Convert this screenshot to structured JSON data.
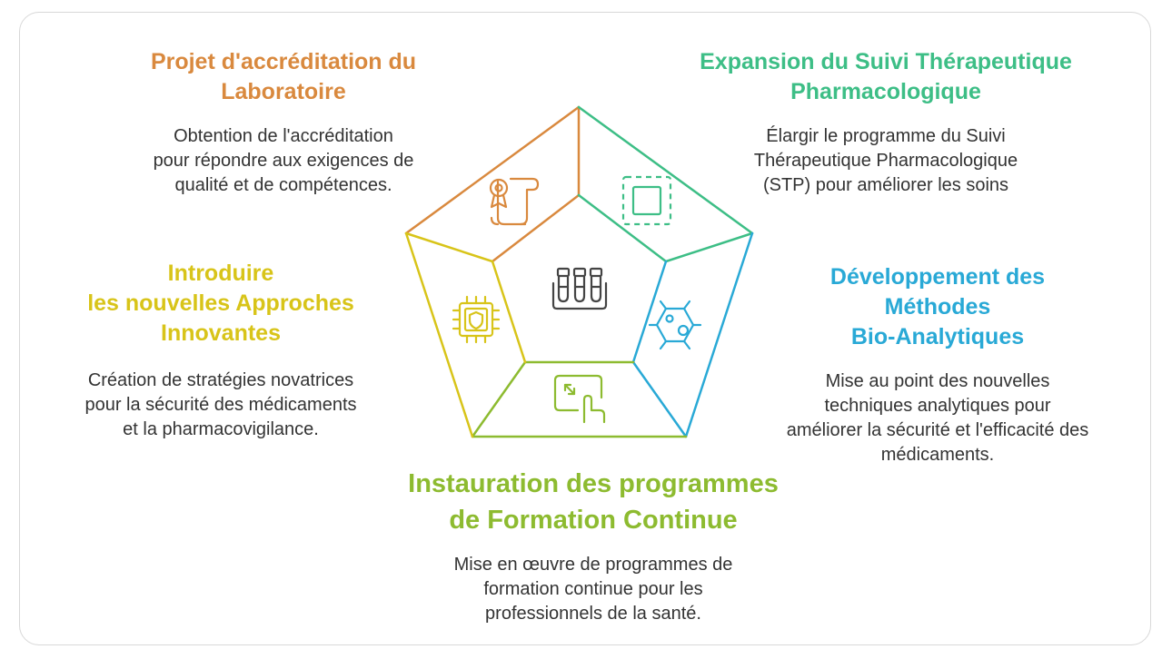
{
  "colors": {
    "orange": "#D9893E",
    "teal": "#3DBE86",
    "blue": "#29A9D6",
    "green": "#8DBB30",
    "yellow": "#D8C419",
    "center": "#444444",
    "text": "#333333"
  },
  "sections": {
    "accreditation": {
      "title": "Projet d'accréditation du\nLaboratoire",
      "description": "Obtention de l'accréditation\npour répondre aux exigences de\nqualité et de compétences.",
      "icon": "certificate-scroll-icon"
    },
    "stp": {
      "title": "Expansion du Suivi Thérapeutique\nPharmacologique",
      "description": "Élargir le programme du  Suivi\nThérapeutique  Pharmacologique\n(STP) pour  améliorer les soins",
      "icon": "dashed-square-icon"
    },
    "bioanalytic": {
      "title": "Développement des\nMéthodes\nBio-Analytiques",
      "description": "Mise au point des  nouvelles\ntechniques  analytiques pour\naméliorer la sécurité et  l'efficacité des\nmédicaments.",
      "icon": "molecule-icon"
    },
    "training": {
      "title": "Instauration des programmes\nde Formation Continue",
      "description": "Mise en œuvre de  programmes de\nformation continue pour  les\nprofessionnels de la  santé.",
      "icon": "touch-screen-icon"
    },
    "innovation": {
      "title": "Introduire\nles nouvelles  Approches\nInnovantes",
      "description": "Création de stratégies  novatrices\npour la sécurité des  médicaments\net la  pharmacovigilance.",
      "icon": "shield-chip-icon"
    },
    "center": {
      "icon": "test-tubes-icon"
    }
  }
}
